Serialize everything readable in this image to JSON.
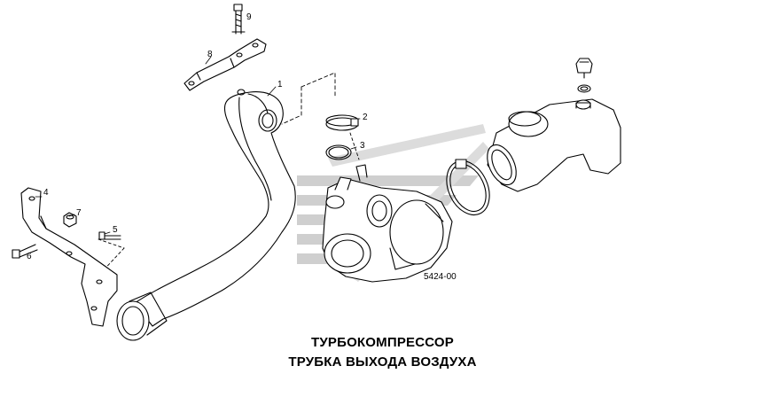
{
  "callouts": {
    "c1": "1",
    "c2": "2",
    "c3": "3",
    "c4": "4",
    "c5": "5",
    "c6": "6",
    "c7": "7",
    "c8": "8",
    "c9": "9"
  },
  "diagram_code": "5424-00",
  "caption": {
    "line1": "ТУРБОКОМПРЕССОР",
    "line2": "ТРУБКА ВЫХОДА ВОЗДУХА"
  },
  "colors": {
    "line": "#000000",
    "watermark": "#c9c9c9"
  }
}
